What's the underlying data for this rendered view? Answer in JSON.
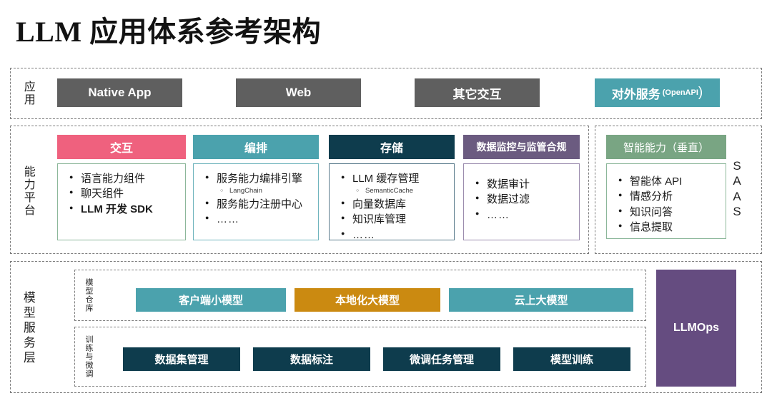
{
  "title": "LLM 应用体系参考架构",
  "palette": {
    "gray": "#5f5f5f",
    "teal": "#4ba2ad",
    "pink": "#ef617e",
    "navy": "#0e3c4d",
    "purple": "#6b5b80",
    "green": "#79a583",
    "orange": "#cb8a11",
    "llmops_purple": "#654c80",
    "dashed_border": "#7d7d7d"
  },
  "application_layer": {
    "label": "应用",
    "boxes": [
      {
        "label": "Native App",
        "color": "#5f5f5f"
      },
      {
        "label": "Web",
        "color": "#5f5f5f"
      },
      {
        "label": "其它交互",
        "color": "#5f5f5f"
      },
      {
        "label": "对外服务",
        "sub": "(OpenAPI",
        "paren": ")",
        "color": "#4ba2ad"
      }
    ]
  },
  "capability_layer": {
    "label": "能力平台",
    "saas_label": "SAAS",
    "columns": [
      {
        "header": "交互",
        "header_color": "#ef617e",
        "border_color": "#8cb79a",
        "items": [
          {
            "text": "语言能力组件",
            "bold": false
          },
          {
            "text": "聊天组件",
            "bold": false
          },
          {
            "text": "LLM 开发 SDK",
            "bold": true
          }
        ]
      },
      {
        "header": "编排",
        "header_color": "#4ba2ad",
        "border_color": "#6fb4bd",
        "items": [
          {
            "text": "服务能力编排引擎",
            "bold": false,
            "sub": "LangChain"
          },
          {
            "text": "服务能力注册中心",
            "bold": false
          },
          {
            "text": "……",
            "bold": false
          }
        ]
      },
      {
        "header": "存储",
        "header_color": "#0e3c4d",
        "border_color": "#5a7b8c",
        "items": [
          {
            "text": "LLM 缓存管理",
            "bold": false,
            "sub": "SemanticCache"
          },
          {
            "text": "向量数据库",
            "bold": false
          },
          {
            "text": "知识库管理",
            "bold": false
          },
          {
            "text": "……",
            "bold": false
          }
        ]
      },
      {
        "header": "数据监控与监管合规",
        "header_color": "#6b5b80",
        "border_color": "#9b8cae",
        "items": [
          {
            "text": "数据审计",
            "bold": false
          },
          {
            "text": "数据过滤",
            "bold": false
          },
          {
            "text": "……",
            "bold": false
          }
        ]
      },
      {
        "header": "智能能力（垂直）",
        "header_color": "#79a583",
        "border_color": "#8cb79a",
        "items": [
          {
            "text": "智能体 API",
            "bold": false
          },
          {
            "text": "情感分析",
            "bold": false
          },
          {
            "text": "知识问答",
            "bold": false
          },
          {
            "text": "信息提取",
            "bold": false
          }
        ]
      }
    ]
  },
  "model_layer": {
    "label": "模型服务层",
    "repo": {
      "label": "模型仓库",
      "boxes": [
        {
          "label": "客户端小模型",
          "color": "#4ba2ad"
        },
        {
          "label": "本地化大模型",
          "color": "#cb8a11"
        },
        {
          "label": "云上大模型",
          "color": "#4ba2ad"
        }
      ]
    },
    "training": {
      "label": "训练与微调",
      "boxes": [
        {
          "label": "数据集管理",
          "color": "#0e3c4d"
        },
        {
          "label": "数据标注",
          "color": "#0e3c4d"
        },
        {
          "label": "微调任务管理",
          "color": "#0e3c4d"
        },
        {
          "label": "模型训练",
          "color": "#0e3c4d"
        }
      ]
    },
    "llmops": {
      "label": "LLMOps",
      "color": "#654c80"
    }
  }
}
